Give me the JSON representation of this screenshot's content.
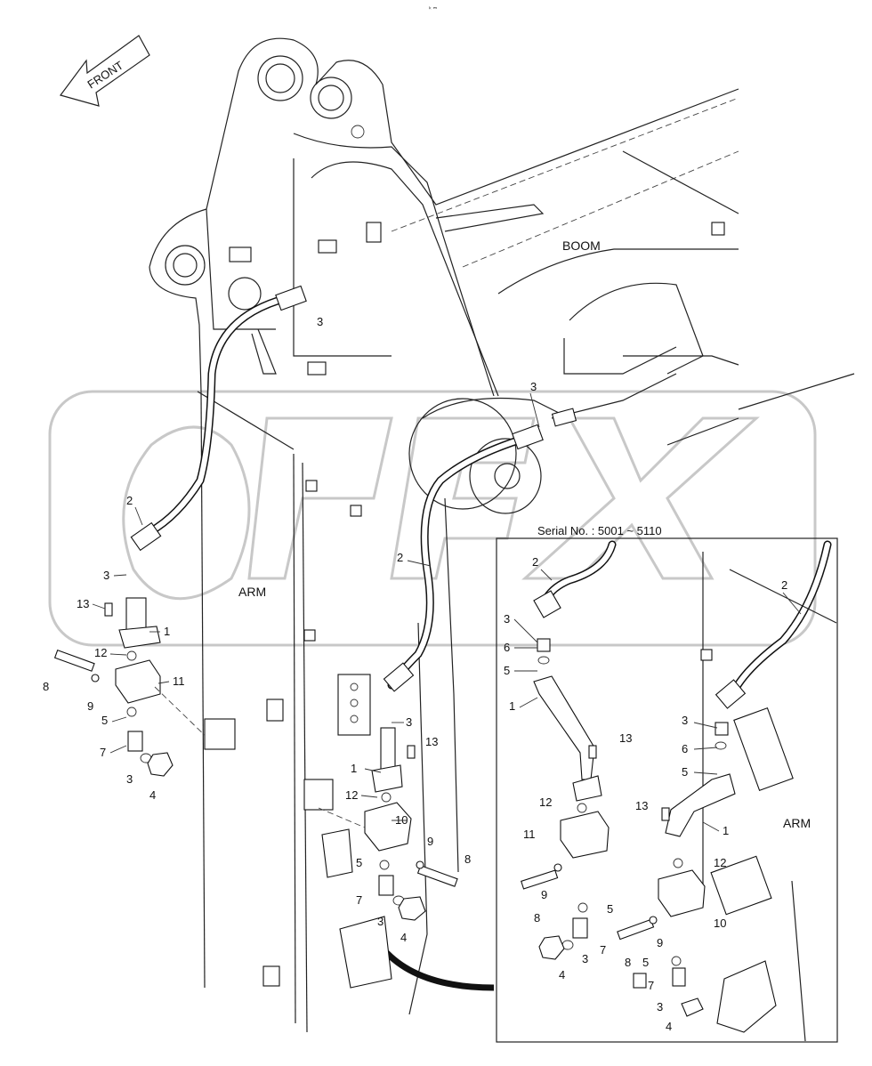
{
  "diagram": {
    "orientation_label": "FRONT",
    "serial_label": "Serial No. : 5001 ~ 5110",
    "regions": {
      "boom": "BOOM",
      "arm_left": "ARM",
      "arm_inset": "ARM"
    },
    "watermark_text": "OPEX",
    "header_mark": "ₖ ₘ"
  },
  "callouts": {
    "l_1": "1",
    "l_2": "2",
    "l_3a": "3",
    "l_3b": "3",
    "l_4": "4",
    "l_5": "5",
    "l_7": "7",
    "l_8": "8",
    "l_9": "9",
    "l_11": "11",
    "l_12": "12",
    "l_13": "13",
    "c_2": "2",
    "c_3top": "3",
    "c_3a": "3",
    "c_1": "1",
    "c_13": "13",
    "c_12": "12",
    "c_10": "10",
    "c_9": "9",
    "c_8": "8",
    "c_5": "5",
    "c_7": "7",
    "c_3b": "3",
    "c_4": "4",
    "i_2": "2",
    "i_3": "3",
    "i_6": "6",
    "i_5": "5",
    "i_1": "1",
    "i_13": "13",
    "i_12": "12",
    "i_11": "11",
    "i_9": "9",
    "i_8": "8",
    "i_5b": "5",
    "i_7": "7",
    "i_3b": "3",
    "i_4": "4",
    "j_2": "2",
    "j_3": "3",
    "j_6": "6",
    "j_5": "5",
    "j_13": "13",
    "j_1": "1",
    "j_12": "12",
    "j_10": "10",
    "j_9": "9",
    "j_8": "8",
    "j_5b": "5",
    "j_7": "7",
    "j_3b": "3",
    "j_4": "4"
  }
}
